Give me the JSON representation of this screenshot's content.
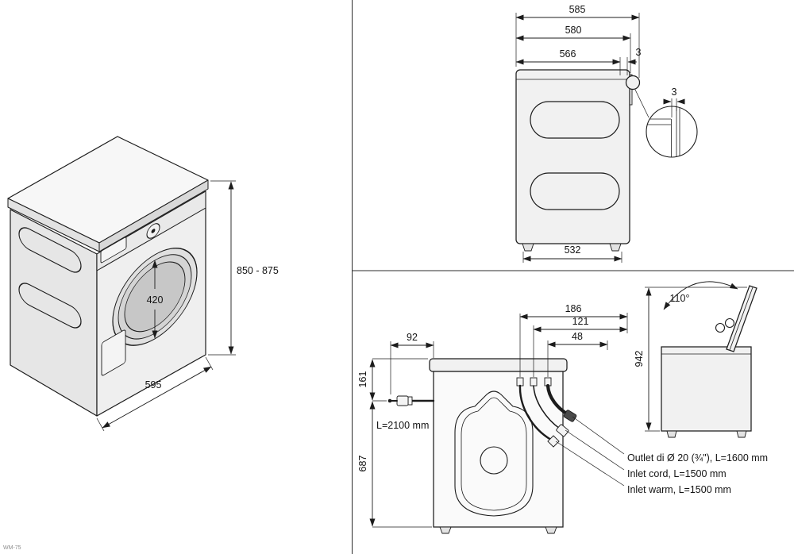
{
  "model_code": "WM-75",
  "colors": {
    "line": "#1c1c1c",
    "fill_light": "#f1f1f1",
    "fill_mid": "#e6e6e6",
    "background": "#ffffff"
  },
  "isometric_view": {
    "height_range": "850 - 875",
    "door_diameter": "420",
    "width": "595"
  },
  "side_view": {
    "depth_total": "585",
    "depth_mid": "580",
    "depth_body": "566",
    "rear_gap": "3",
    "detail_gap": "3",
    "feet_spacing": "532"
  },
  "rear_view": {
    "outlet_from_right": "186",
    "cord_from_right": "121",
    "warm_from_right": "48",
    "drain_from_left": "92",
    "drain_from_top": "161",
    "drain_to_floor": "687",
    "drain_hose_length": "L=2100 mm",
    "callout_outlet": "Outlet di Ø 20 (¾\"), L=1600 mm",
    "callout_inlet_cord": "Inlet cord, L=1500 mm",
    "callout_inlet_warm": "Inlet warm, L=1500 mm"
  },
  "lid_view": {
    "opening_angle": "110°",
    "lid_open_height": "942"
  }
}
